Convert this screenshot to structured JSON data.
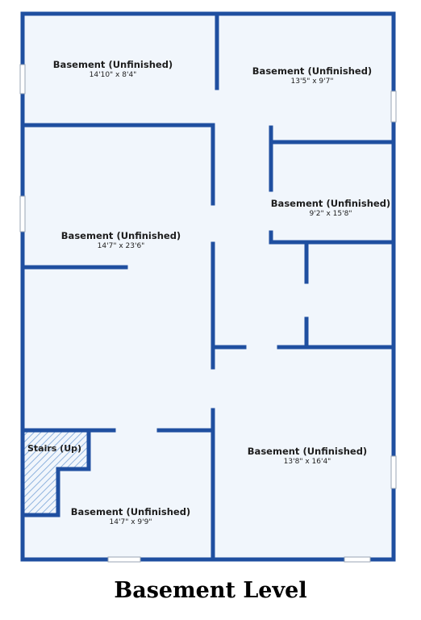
{
  "title": "Basement Level",
  "rooms": [
    {
      "name": "Basement (Unfinished)",
      "dims": "14'10\" x 8'4\""
    },
    {
      "name": "Basement (Unfinished)",
      "dims": "13'5\" x 9'7\""
    },
    {
      "name": "Basement (Unfinished)",
      "dims": "9'2\" x 15'8\""
    },
    {
      "name": "Basement (Unfinished)",
      "dims": "14'7\" x 23'6\""
    },
    {
      "name": "Basement (Unfinished)",
      "dims": "13'8\" x 16'4\""
    },
    {
      "name": "Basement (Unfinished)",
      "dims": "14'7\" x 9'9\""
    }
  ],
  "stairs": {
    "label": "Stairs (Up)"
  },
  "colors": {
    "wall": "#1f4fa0",
    "floor": "#f1f6fc",
    "stairs_hatch": "#8fb3de"
  }
}
